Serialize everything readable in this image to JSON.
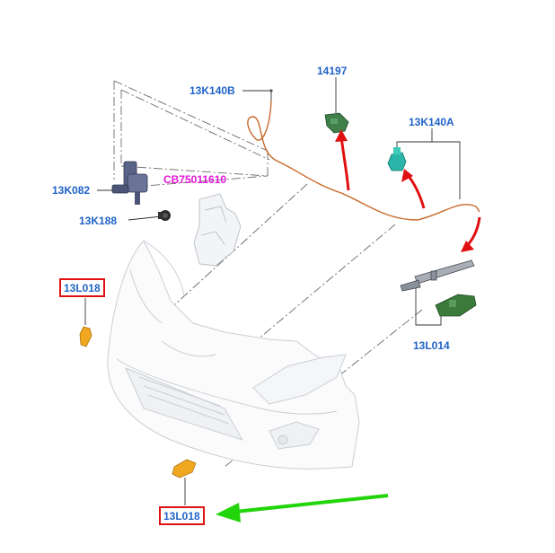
{
  "diagram": {
    "labels": {
      "13k140b": "13K140B",
      "14197": "14197",
      "13k140a": "13K140A",
      "13k082": "13K082",
      "cb75011610": "CB75011610",
      "13k188": "13K188",
      "13l018_left": "13L018",
      "13l014": "13L014",
      "13l018_bottom": "13L018"
    },
    "colors": {
      "label_blue": "#1f63c6",
      "label_magenta": "#e316d8",
      "highlight_box_red": "#e01010",
      "arrow_red": "#e01010",
      "arrow_green": "#22d40a",
      "hose_orange": "#c86a2a",
      "bumper_outline": "#c9ced6",
      "cap_orange": "#f0a820",
      "bracket_green": "#3a7a3a",
      "nozzle_teal": "#2ab5a8"
    },
    "icons": [
      "washer-pump-icon",
      "grommet-icon",
      "reservoir-icon",
      "nozzle-14197-icon",
      "nozzle-13k140a-icon",
      "jet-bar-icon",
      "bracket-icon",
      "cap-left-icon",
      "cap-bottom-icon",
      "bumper-icon"
    ]
  }
}
